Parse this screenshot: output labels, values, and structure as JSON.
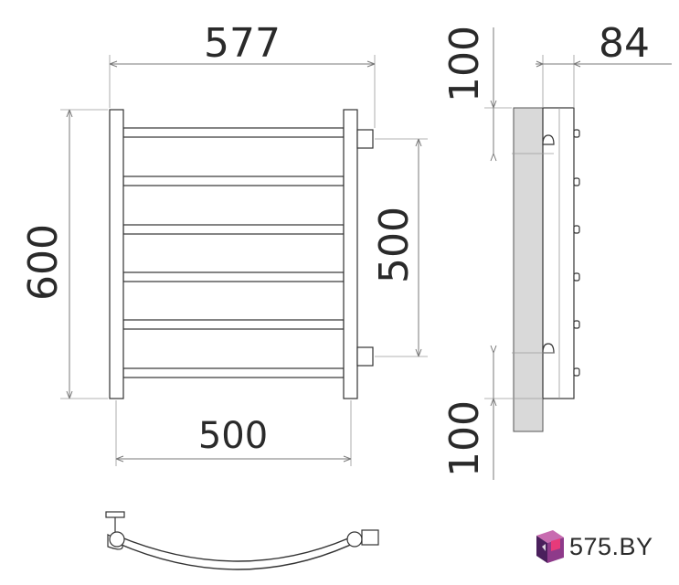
{
  "dimensions": {
    "overall_width": "577",
    "rail_width": "500",
    "overall_height": "600",
    "connection_spacing": "500",
    "depth": "84",
    "top_offset": "100",
    "bottom_offset": "100"
  },
  "logo": {
    "text": "575.BY",
    "colors": {
      "dark": "#4a1f5c",
      "mid": "#8e3a8a",
      "light": "#c86bb0",
      "pink": "#e63a7a"
    }
  },
  "colors": {
    "line": "#7a7a7a",
    "outline": "#333333",
    "wall": "#d9d9d9"
  }
}
